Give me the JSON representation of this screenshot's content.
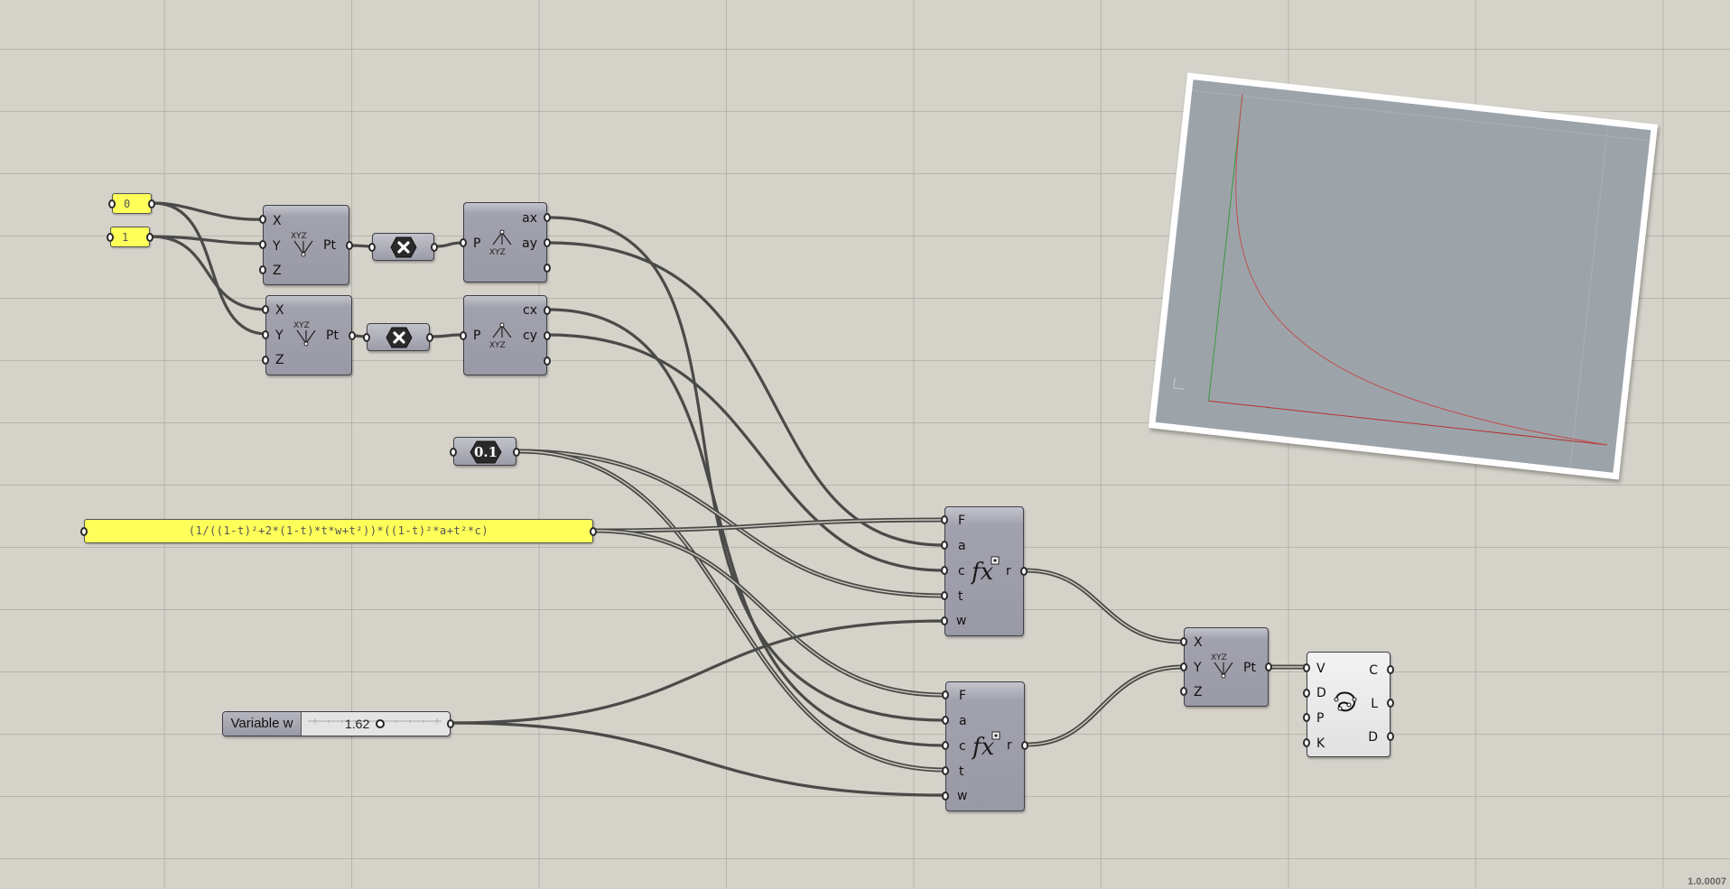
{
  "canvas": {
    "version_label": "1.0.0007",
    "background_color": "#d5d2ca",
    "wire_color": "#4a4a48"
  },
  "number_panels": {
    "zero": "0",
    "one": "1"
  },
  "construct_point_1": {
    "inputs": [
      "X",
      "Y",
      "Z"
    ],
    "output": "Pt"
  },
  "construct_point_2": {
    "inputs": [
      "X",
      "Y",
      "Z"
    ],
    "output": "Pt"
  },
  "negative_1": {
    "icon": "negate-icon"
  },
  "negative_2": {
    "icon": "negate-icon"
  },
  "deconstruct_a": {
    "input": "P",
    "outputs": [
      "ax",
      "ay",
      ""
    ]
  },
  "deconstruct_c": {
    "input": "P",
    "outputs": [
      "cx",
      "cy",
      ""
    ]
  },
  "number_param": {
    "value": "0.1"
  },
  "expression_panel": {
    "text": "(1/((1-t)²+2*(1-t)*t*w+t²))*((1-t)²*a+t²*c)"
  },
  "slider": {
    "name": "Variable w",
    "value": "1.62"
  },
  "expression_1": {
    "inputs": [
      "F",
      "a",
      "c",
      "t",
      "w"
    ],
    "output": "r"
  },
  "expression_2": {
    "inputs": [
      "F",
      "a",
      "c",
      "t",
      "w"
    ],
    "output": "r"
  },
  "construct_point_3": {
    "inputs": [
      "X",
      "Y",
      "Z"
    ],
    "output": "Pt"
  },
  "interp_curve": {
    "inputs": [
      "V",
      "D",
      "P",
      "K"
    ],
    "outputs": [
      "C",
      "L",
      "D"
    ]
  },
  "viewport": {
    "background": "#9ca4aa",
    "curve_color": "#c0504d",
    "x_axis_color": "#b83232",
    "y_axis_color": "#3a9a3a"
  }
}
